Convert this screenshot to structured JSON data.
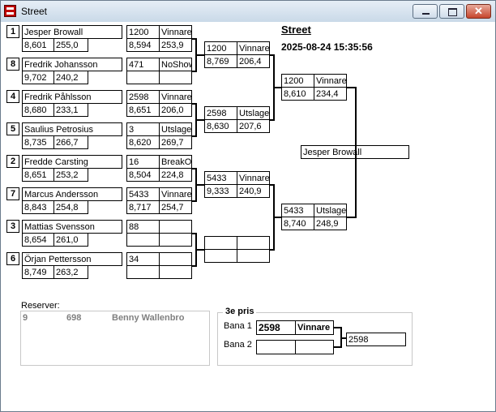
{
  "window": {
    "title": "Street"
  },
  "header": {
    "title": "Street",
    "datetime": "2025-08-24 15:35:56"
  },
  "first_round": [
    {
      "seed": "1",
      "name": "Jesper Browall",
      "time": "8,601",
      "speed": "255,0"
    },
    {
      "seed": "8",
      "name": "Fredrik Johansson",
      "time": "9,702",
      "speed": "240,2"
    },
    {
      "seed": "4",
      "name": "Fredrik  Påhlsson",
      "time": "8,680",
      "speed": "233,1"
    },
    {
      "seed": "5",
      "name": "Saulius Petrosius",
      "time": "8,735",
      "speed": "266,7"
    },
    {
      "seed": "2",
      "name": "Fredde Carsting",
      "time": "8,651",
      "speed": "253,2"
    },
    {
      "seed": "7",
      "name": "Marcus Andersson",
      "time": "8,843",
      "speed": "254,8"
    },
    {
      "seed": "3",
      "name": "Mattias Svensson",
      "time": "8,654",
      "speed": "261,0"
    },
    {
      "seed": "6",
      "name": "Örjan Pettersson",
      "time": "8,749",
      "speed": "263,2"
    }
  ],
  "round1_results": [
    {
      "num": "1200",
      "result": "Vinnare",
      "time": "8,594",
      "speed": "253,9"
    },
    {
      "num": "471",
      "result": "NoShow",
      "time": "",
      "speed": ""
    },
    {
      "num": "2598",
      "result": "Vinnare",
      "time": "8,651",
      "speed": "206,0"
    },
    {
      "num": "3",
      "result": "Utslagen",
      "time": "8,620",
      "speed": "269,7"
    },
    {
      "num": "16",
      "result": "BreakOut",
      "time": "8,504",
      "speed": "224,8"
    },
    {
      "num": "5433",
      "result": "Vinnare",
      "time": "8,717",
      "speed": "254,7"
    },
    {
      "num": "88",
      "result": "",
      "time": "",
      "speed": ""
    },
    {
      "num": "34",
      "result": "",
      "time": "",
      "speed": ""
    }
  ],
  "quarter": [
    {
      "num": "1200",
      "result": "Vinnare",
      "time": "8,769",
      "speed": "206,4"
    },
    {
      "num": "2598",
      "result": "Utslagen",
      "time": "8,630",
      "speed": "207,6"
    },
    {
      "num": "5433",
      "result": "Vinnare",
      "time": "9,333",
      "speed": "240,9"
    },
    {
      "num": "",
      "result": "",
      "time": "",
      "speed": ""
    }
  ],
  "semi": [
    {
      "num": "1200",
      "result": "Vinnare",
      "time": "8,610",
      "speed": "234,4"
    },
    {
      "num": "5433",
      "result": "Utslagen",
      "time": "8,740",
      "speed": "248,9"
    }
  ],
  "winner": "Jesper Browall",
  "reserves": {
    "label": "Reserver:",
    "rows": [
      {
        "pos": "9",
        "num": "698",
        "name": "Benny Wallenbro"
      }
    ]
  },
  "third_place": {
    "label": "3e pris",
    "lanes": [
      {
        "label": "Bana 1",
        "num": "2598",
        "result": "Vinnare"
      },
      {
        "label": "Bana 2",
        "num": "",
        "result": ""
      }
    ],
    "winner": "2598"
  },
  "colors": {
    "titlebar": "#c9d9e8",
    "close": "#c6452c",
    "background": "#ffffff"
  }
}
